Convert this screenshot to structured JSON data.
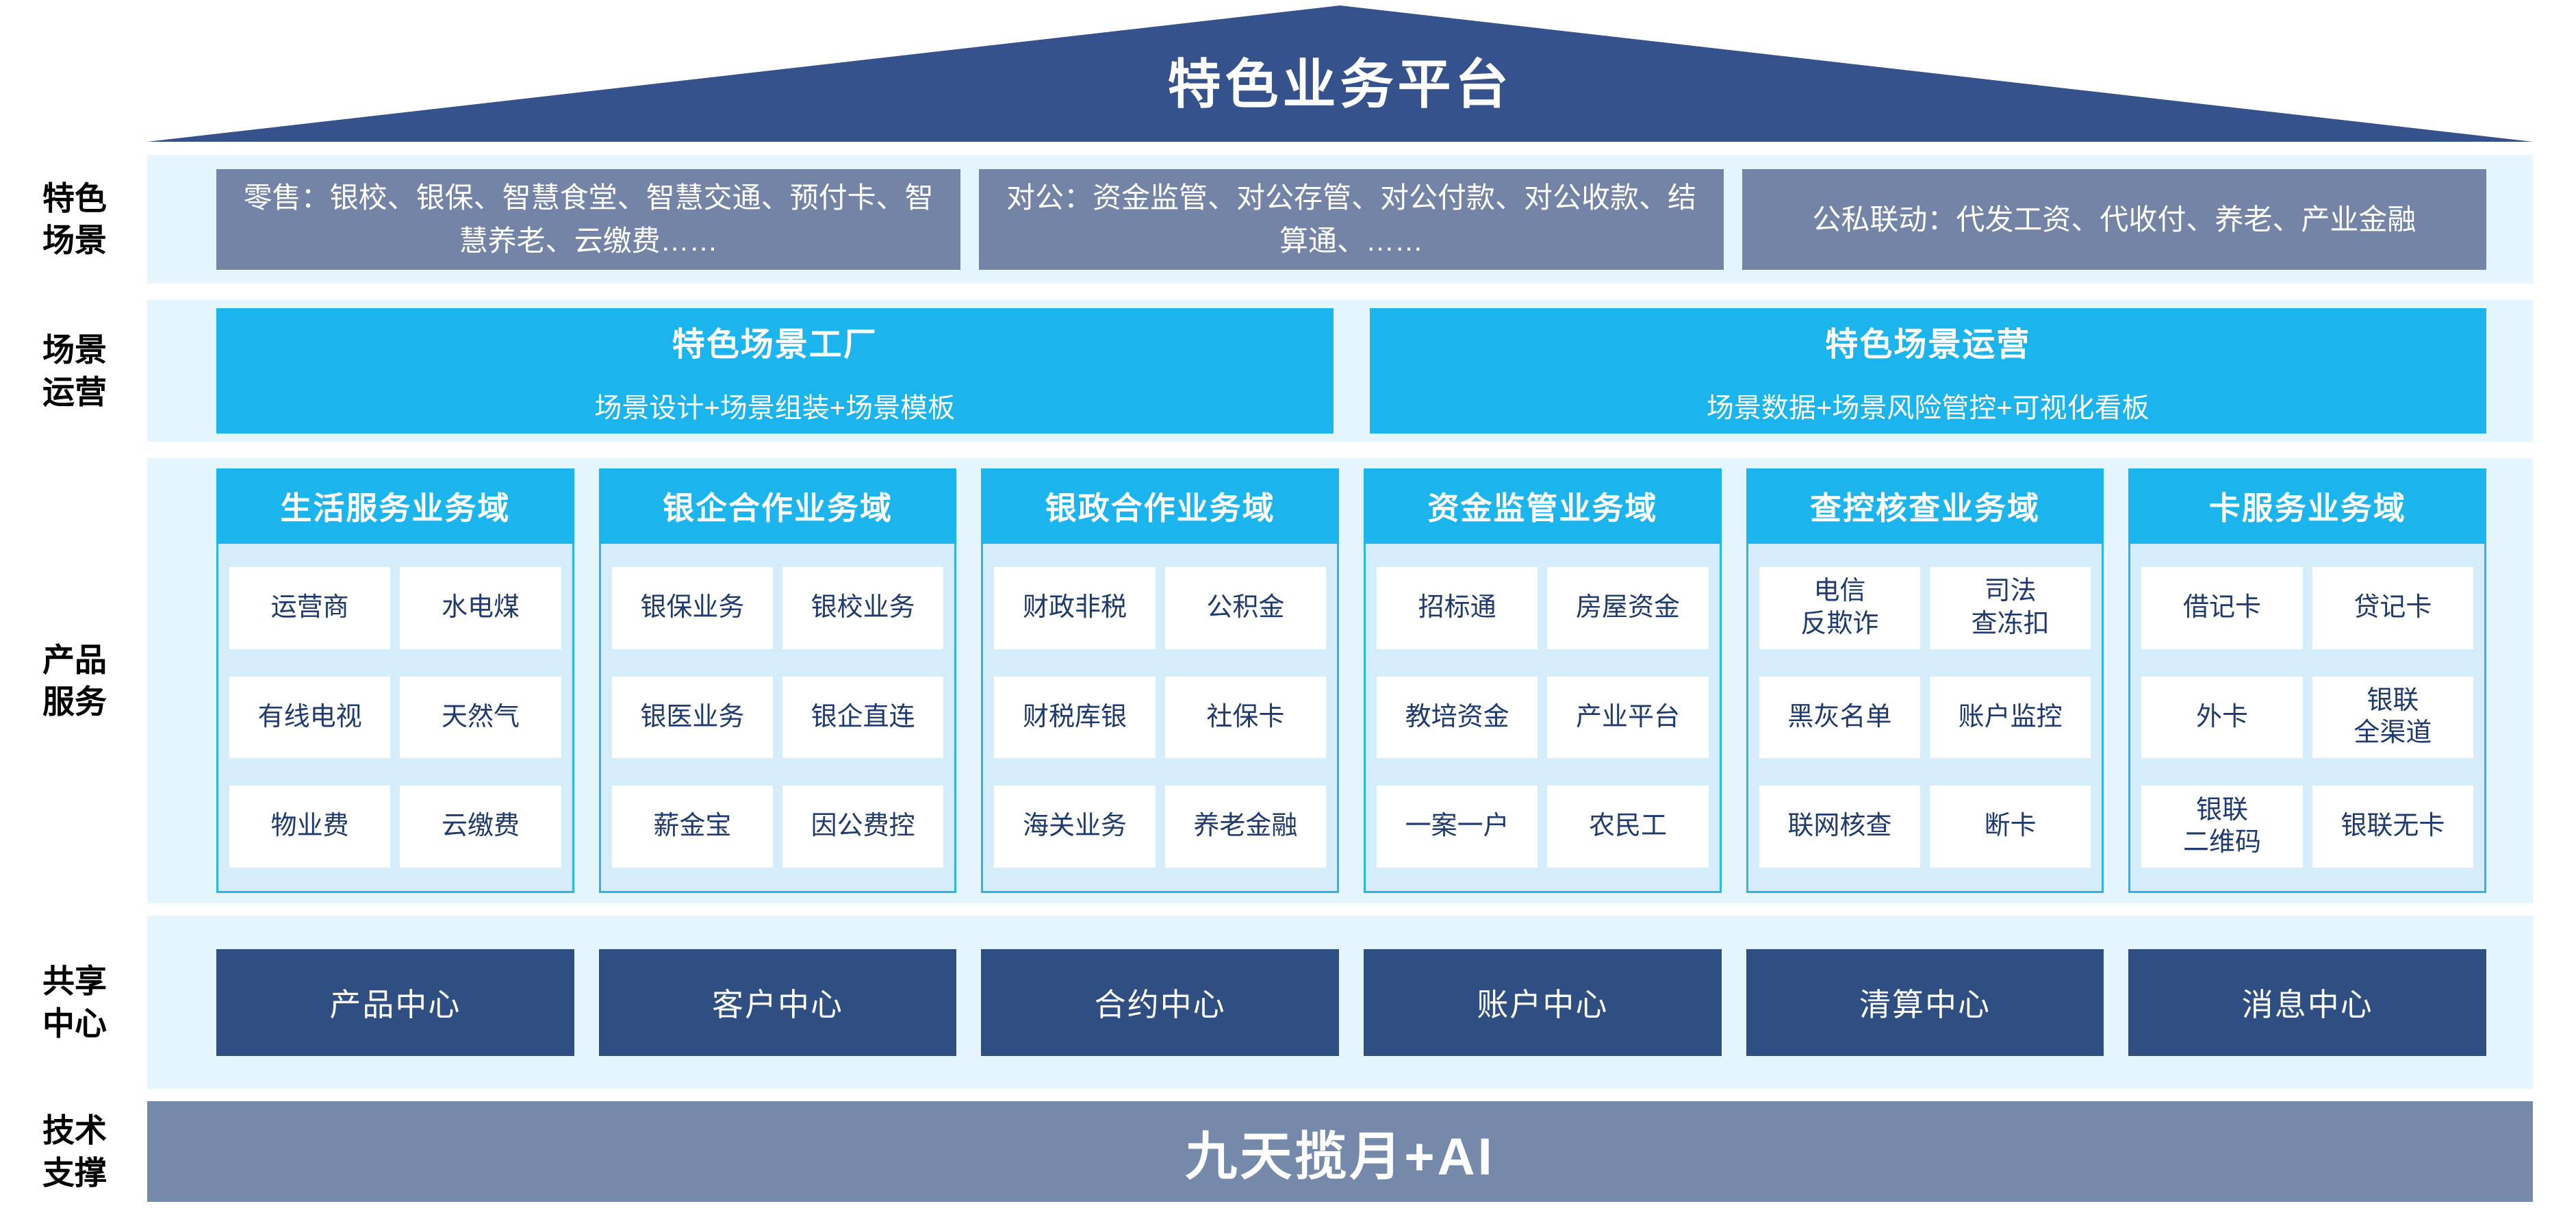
{
  "platform": {
    "title": "特色业务平台"
  },
  "labels": {
    "scenes": "特色\n场景",
    "operations": "场景\n运营",
    "products": "产品\n服务",
    "centers": "共享\n中心",
    "tech": "技术\n支撑"
  },
  "scenes": {
    "boxes": [
      "零售：银校、银保、智慧食堂、智慧交通、预付卡、智慧养老、云缴费……",
      "对公：资金监管、对公存管、对公付款、对公收款、结算通、……",
      "公私联动：代发工资、代收付、养老、产业金融"
    ]
  },
  "operations": {
    "factory": {
      "title": "特色场景工厂",
      "subtitle": "场景设计+场景组装+场景模板"
    },
    "ops": {
      "title": "特色场景运营",
      "subtitle": "场景数据+场景风险管控+可视化看板"
    }
  },
  "products": {
    "domains": [
      {
        "header": "生活服务业务域",
        "cells": [
          "运营商",
          "水电煤",
          "有线电视",
          "天然气",
          "物业费",
          "云缴费"
        ]
      },
      {
        "header": "银企合作业务域",
        "cells": [
          "银保业务",
          "银校业务",
          "银医业务",
          "银企直连",
          "薪金宝",
          "因公费控"
        ]
      },
      {
        "header": "银政合作业务域",
        "cells": [
          "财政非税",
          "公积金",
          "财税库银",
          "社保卡",
          "海关业务",
          "养老金融"
        ]
      },
      {
        "header": "资金监管业务域",
        "cells": [
          "招标通",
          "房屋资金",
          "教培资金",
          "产业平台",
          "一案一户",
          "农民工"
        ]
      },
      {
        "header": "查控核查业务域",
        "cells": [
          "电信\n反欺诈",
          "司法\n查冻扣",
          "黑灰名单",
          "账户监控",
          "联网核查",
          "断卡"
        ]
      },
      {
        "header": "卡服务业务域",
        "cells": [
          "借记卡",
          "贷记卡",
          "外卡",
          "银联\n全渠道",
          "银联\n二维码",
          "银联无卡"
        ]
      }
    ]
  },
  "centers": {
    "boxes": [
      "产品中心",
      "客户中心",
      "合约中心",
      "账户中心",
      "清算中心",
      "消息中心"
    ]
  },
  "tech": {
    "title": "九天揽月+AI"
  },
  "colors": {
    "roof_navy": "#36528C",
    "band_light_blue": "#E5F5FD",
    "slate_blue": "#7384A7",
    "cyan": "#1CB4EC",
    "panel_blue": "#D5EDFA",
    "panel_border": "#2BB5EB",
    "cell_text_navy": "#1E3A6E",
    "center_navy": "#2F4E82",
    "tech_gray_blue": "#7589AB"
  }
}
